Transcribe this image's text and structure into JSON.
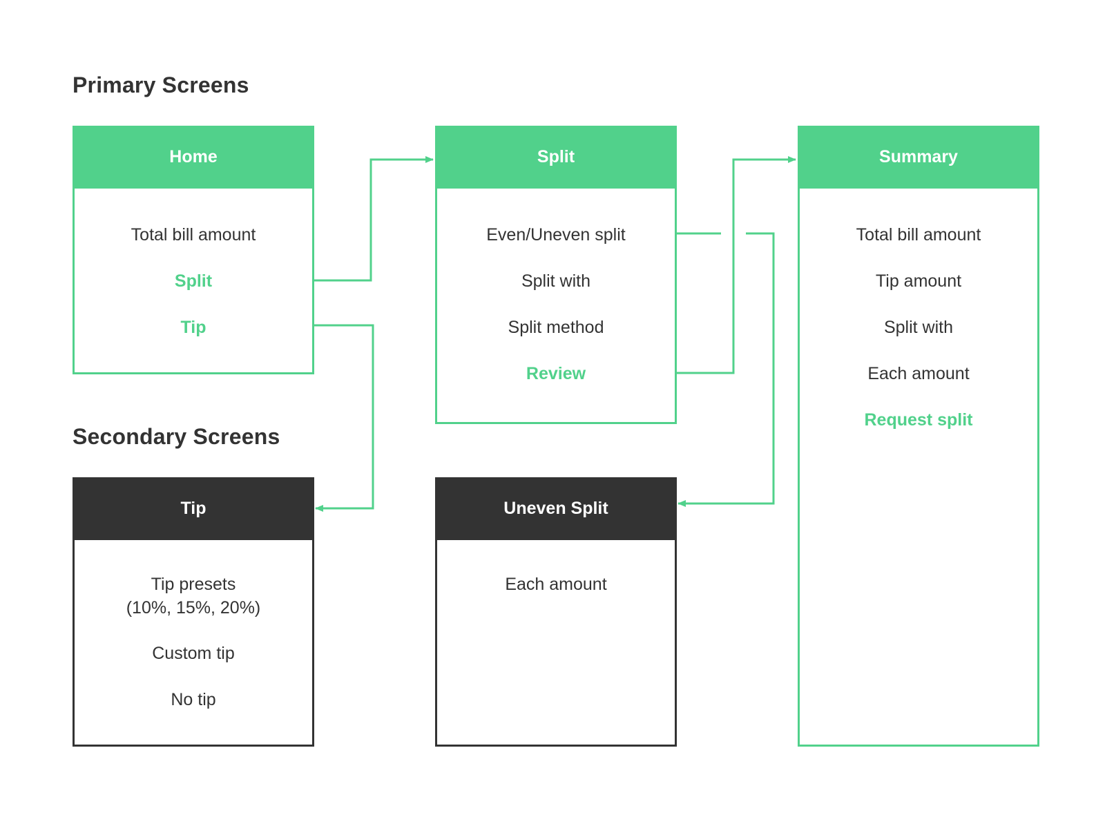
{
  "sections": {
    "primary_title": "Primary Screens",
    "secondary_title": "Secondary Screens"
  },
  "colors": {
    "accent": "#51d18b",
    "dark": "#333333",
    "background": "#ffffff"
  },
  "screens": {
    "home": {
      "title": "Home",
      "items": [
        "Total bill amount",
        "Split",
        "Tip"
      ]
    },
    "split": {
      "title": "Split",
      "items": [
        "Even/Uneven split",
        "Split with",
        "Split method",
        "Review"
      ]
    },
    "summary": {
      "title": "Summary",
      "items": [
        "Total bill amount",
        "Tip amount",
        "Split with",
        "Each amount",
        "Request split"
      ]
    },
    "tip": {
      "title": "Tip",
      "items": [
        "Tip presets\n(10%, 15%, 20%)",
        "Custom tip",
        "No tip"
      ]
    },
    "uneven_split": {
      "title": "Uneven Split",
      "items": [
        "Each amount"
      ]
    }
  },
  "connections": [
    {
      "from": "Home: Split",
      "to": "Split"
    },
    {
      "from": "Home: Tip",
      "to": "Tip"
    },
    {
      "from": "Split: Review",
      "to": "Summary"
    },
    {
      "from": "Split: Even/Uneven split",
      "to": "Uneven Split"
    }
  ]
}
